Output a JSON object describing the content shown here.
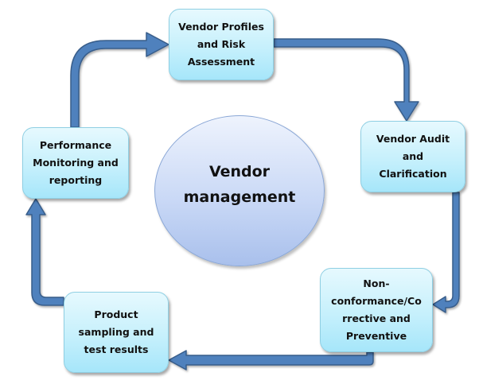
{
  "diagram": {
    "type": "cycle",
    "center": {
      "label": "Vendor\nmanagement"
    },
    "steps": [
      {
        "id": "step-1",
        "label": "Vendor Profiles\nand Risk\nAssessment"
      },
      {
        "id": "step-2",
        "label": "Vendor Audit\nand\nClarification"
      },
      {
        "id": "step-3",
        "label": "Non-\nconformance/Co\nrrective and\nPreventive"
      },
      {
        "id": "step-4",
        "label": "Product\nsampling and\ntest results"
      },
      {
        "id": "step-5",
        "label": "Performance\nMonitoring and\nreporting"
      }
    ],
    "connections": [
      {
        "from": "step-1",
        "to": "step-2"
      },
      {
        "from": "step-2",
        "to": "step-3"
      },
      {
        "from": "step-3",
        "to": "step-4"
      },
      {
        "from": "step-4",
        "to": "step-5"
      },
      {
        "from": "step-5",
        "to": "step-1"
      }
    ],
    "colors": {
      "arrow_fill": "#4f81bd",
      "arrow_stroke": "#385d8a",
      "box_fill": "#c6f0fc",
      "box_border": "#8fcfe3",
      "circle_fill": "#cad9f6",
      "circle_border": "#8aa7d6",
      "text": "#111111"
    }
  }
}
